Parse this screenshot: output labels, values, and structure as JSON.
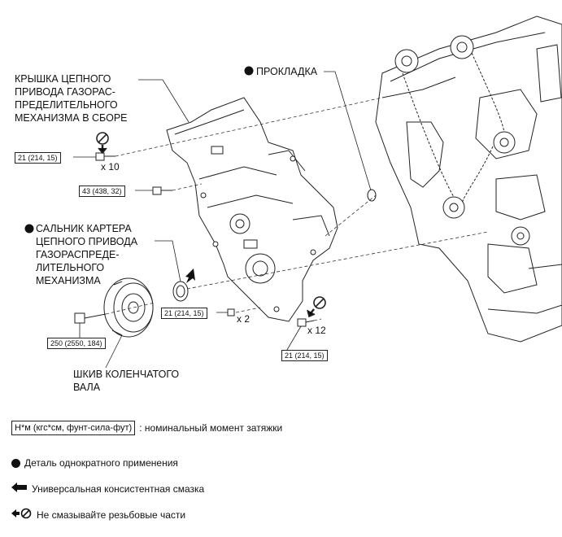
{
  "labels": {
    "cover_assy": "КРЫШКА ЦЕПНОГО\nПРИВОДА ГАЗОРАС-\nПРЕДЕЛИТЕЛЬНОГО\nМЕХАНИЗМА В СБОРЕ",
    "gasket": "ПРОКЛАДКА",
    "oil_seal": "САЛЬНИК КАРТЕРА\nЦЕПНОГО ПРИВОДА\nГАЗОРАСПРЕДЕ-\nЛИТЕЛЬНОГО\nМЕХАНИЗМА",
    "pulley": "ШКИВ КОЛЕНЧАТОГО\nВАЛА"
  },
  "torques": {
    "t1": "21 (214, 15)",
    "t2": "43 (438, 32)",
    "t3": "21 (214, 15)",
    "t4": "250 (2550, 184)",
    "t5": "21 (214, 15)"
  },
  "quantities": {
    "q1": "x 10",
    "q2": "x 2",
    "q3": "x 12"
  },
  "legend": {
    "torque_unit": "Н*м (кгс*см, фунт-сила-фут)",
    "torque_desc": ": номинальный момент затяжки",
    "non_reusable": "Деталь однократного применения",
    "grease": "Универсальная консистентная смазка",
    "no_oil": "Не смазывайте резьбовые части"
  },
  "icons": {
    "non_reusable": "filled-circle-icon",
    "grease": "arrow-left-icon",
    "no_oil": "no-oil-arrow-icon"
  }
}
